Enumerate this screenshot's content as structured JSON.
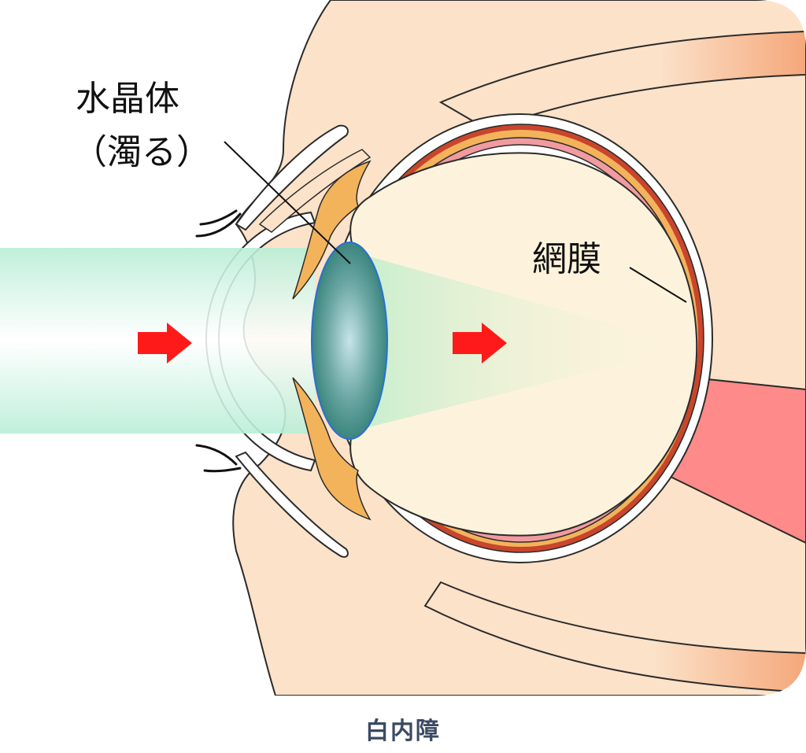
{
  "labels": {
    "lens": "水晶体",
    "lens_note": "（濁る）",
    "retina": "網膜"
  },
  "caption": "白内障",
  "colors": {
    "skin": "#fbe2c9",
    "skin_outline": "#2b2b2b",
    "vitreous": "#fdf3dc",
    "light_beam": "#bff0d8",
    "lens_cloudy": "#3a8a82",
    "lens_edge": "#2a6fd6",
    "ciliary": "#f3b35b",
    "choroid": "#c9452c",
    "retina_pink": "#f19aa0",
    "optic_nerve": "#ff8a8a",
    "arrow": "#ff1a1a",
    "muscle": "#f5b08a"
  },
  "icons": [
    "arrow-right-icon",
    "arrow-right-icon",
    "eyelash-icon"
  ]
}
